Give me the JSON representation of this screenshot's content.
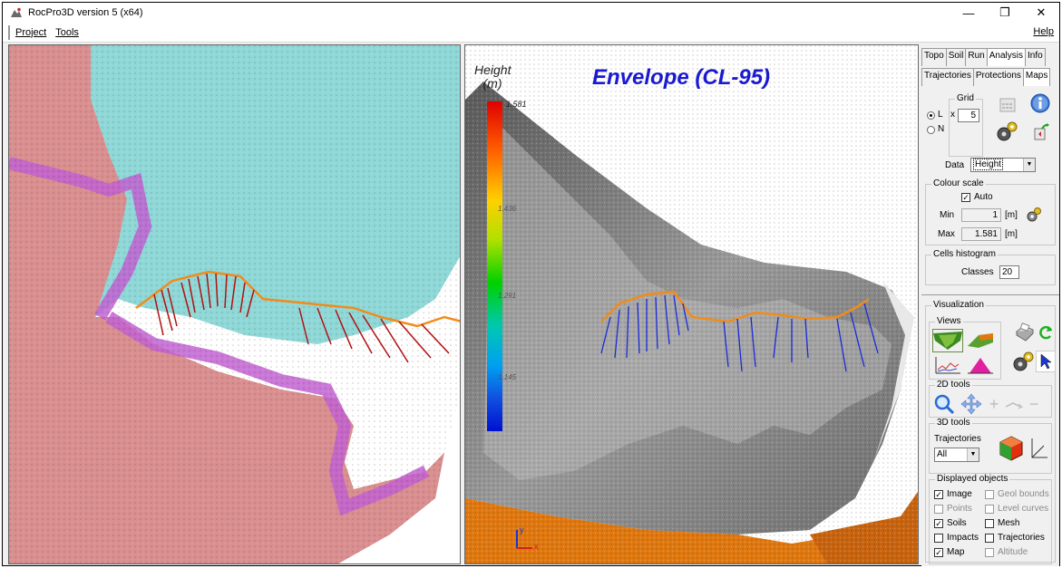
{
  "window": {
    "title": "RocPro3D version 5 (x64)",
    "minimize": "—",
    "restore": "❐",
    "close": "✕"
  },
  "menu": {
    "project": "Project",
    "tools": "Tools",
    "help": "Help"
  },
  "right_view": {
    "legend_title_line1": "Height",
    "legend_title_line2": "(m)",
    "legend_max": "1.581",
    "legend_ticks": [
      "1.436",
      "1.291",
      "1.145"
    ],
    "title": "Envelope (CL-95)",
    "axis_x": "x",
    "axis_y": "y"
  },
  "panel": {
    "tabs_row1": [
      "Topo",
      "Soil",
      "Run",
      "Analysis",
      "Info"
    ],
    "tabs_row1_active": "Analysis",
    "tabs_row2": [
      "Trajectories",
      "Protections",
      "Maps"
    ],
    "tabs_row2_active": "Maps",
    "grid": {
      "title": "Grid",
      "option_l": "L",
      "option_n": "N",
      "x_label": "x",
      "x_value": "5",
      "selected": "L"
    },
    "data": {
      "label": "Data",
      "value": "Height"
    },
    "colour_scale": {
      "title": "Colour scale",
      "auto_label": "Auto",
      "auto_checked": true,
      "min_label": "Min",
      "min_value": "1",
      "max_label": "Max",
      "max_value": "1.581",
      "unit": "[m]"
    },
    "histogram": {
      "title": "Cells histogram",
      "classes_label": "Classes",
      "classes_value": "20"
    },
    "visualization": {
      "title": "Visualization",
      "views_title": "Views"
    },
    "tools2d": {
      "title": "2D tools"
    },
    "tools3d": {
      "title": "3D tools",
      "trajectories_label": "Trajectories",
      "trajectories_value": "All"
    },
    "displayed": {
      "title": "Displayed objects",
      "items": [
        {
          "label": "Image",
          "checked": true,
          "enabled": true
        },
        {
          "label": "Geol bounds",
          "checked": false,
          "enabled": false
        },
        {
          "label": "Points",
          "checked": false,
          "enabled": false
        },
        {
          "label": "Level curves",
          "checked": false,
          "enabled": false
        },
        {
          "label": "Soils",
          "checked": true,
          "enabled": true
        },
        {
          "label": "Mesh",
          "checked": false,
          "enabled": true
        },
        {
          "label": "Impacts",
          "checked": false,
          "enabled": true
        },
        {
          "label": "Trajectories",
          "checked": false,
          "enabled": true
        },
        {
          "label": "Map",
          "checked": true,
          "enabled": true
        },
        {
          "label": "Altitude",
          "checked": false,
          "enabled": false
        }
      ]
    }
  },
  "colors": {
    "envelope_title": "#1a1ad0",
    "pink_zone": "#d98f8f",
    "cyan_zone": "#8fd8d8",
    "magenta_border": "#c060d0",
    "trajectory_red": "#b01010",
    "trajectory_blue": "#1a2ad8",
    "release_line": "#f08c1c",
    "base_orange": "#e07810"
  }
}
